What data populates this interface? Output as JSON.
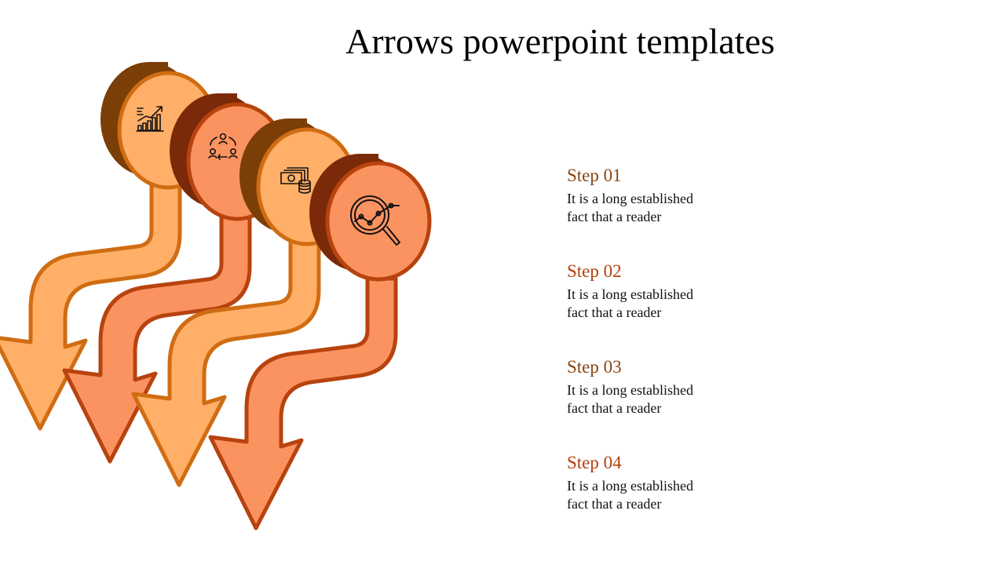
{
  "title": "Arrows powerpoint templates",
  "colors": {
    "light_fill": "#FFAF67",
    "light_stroke": "#D06C12",
    "light_side": "#7A3E06",
    "dark_fill": "#FA935F",
    "dark_stroke": "#B8430E",
    "dark_side": "#7A2A08",
    "step_title_odd": "#8A4512",
    "step_title_even": "#B5400E"
  },
  "steps": [
    {
      "title": "Step 01",
      "text_line1": "It is a long established",
      "text_line2": "fact that a reader",
      "icon": "growth-chart-icon"
    },
    {
      "title": "Step 02",
      "text_line1": "It is a long established",
      "text_line2": "fact that a reader",
      "icon": "team-cycle-icon"
    },
    {
      "title": "Step 03",
      "text_line1": "It is a long established",
      "text_line2": "fact that a reader",
      "icon": "money-coins-icon"
    },
    {
      "title": "Step 04",
      "text_line1": "It is a long established",
      "text_line2": "fact that a reader",
      "icon": "magnifier-analytics-icon"
    }
  ]
}
